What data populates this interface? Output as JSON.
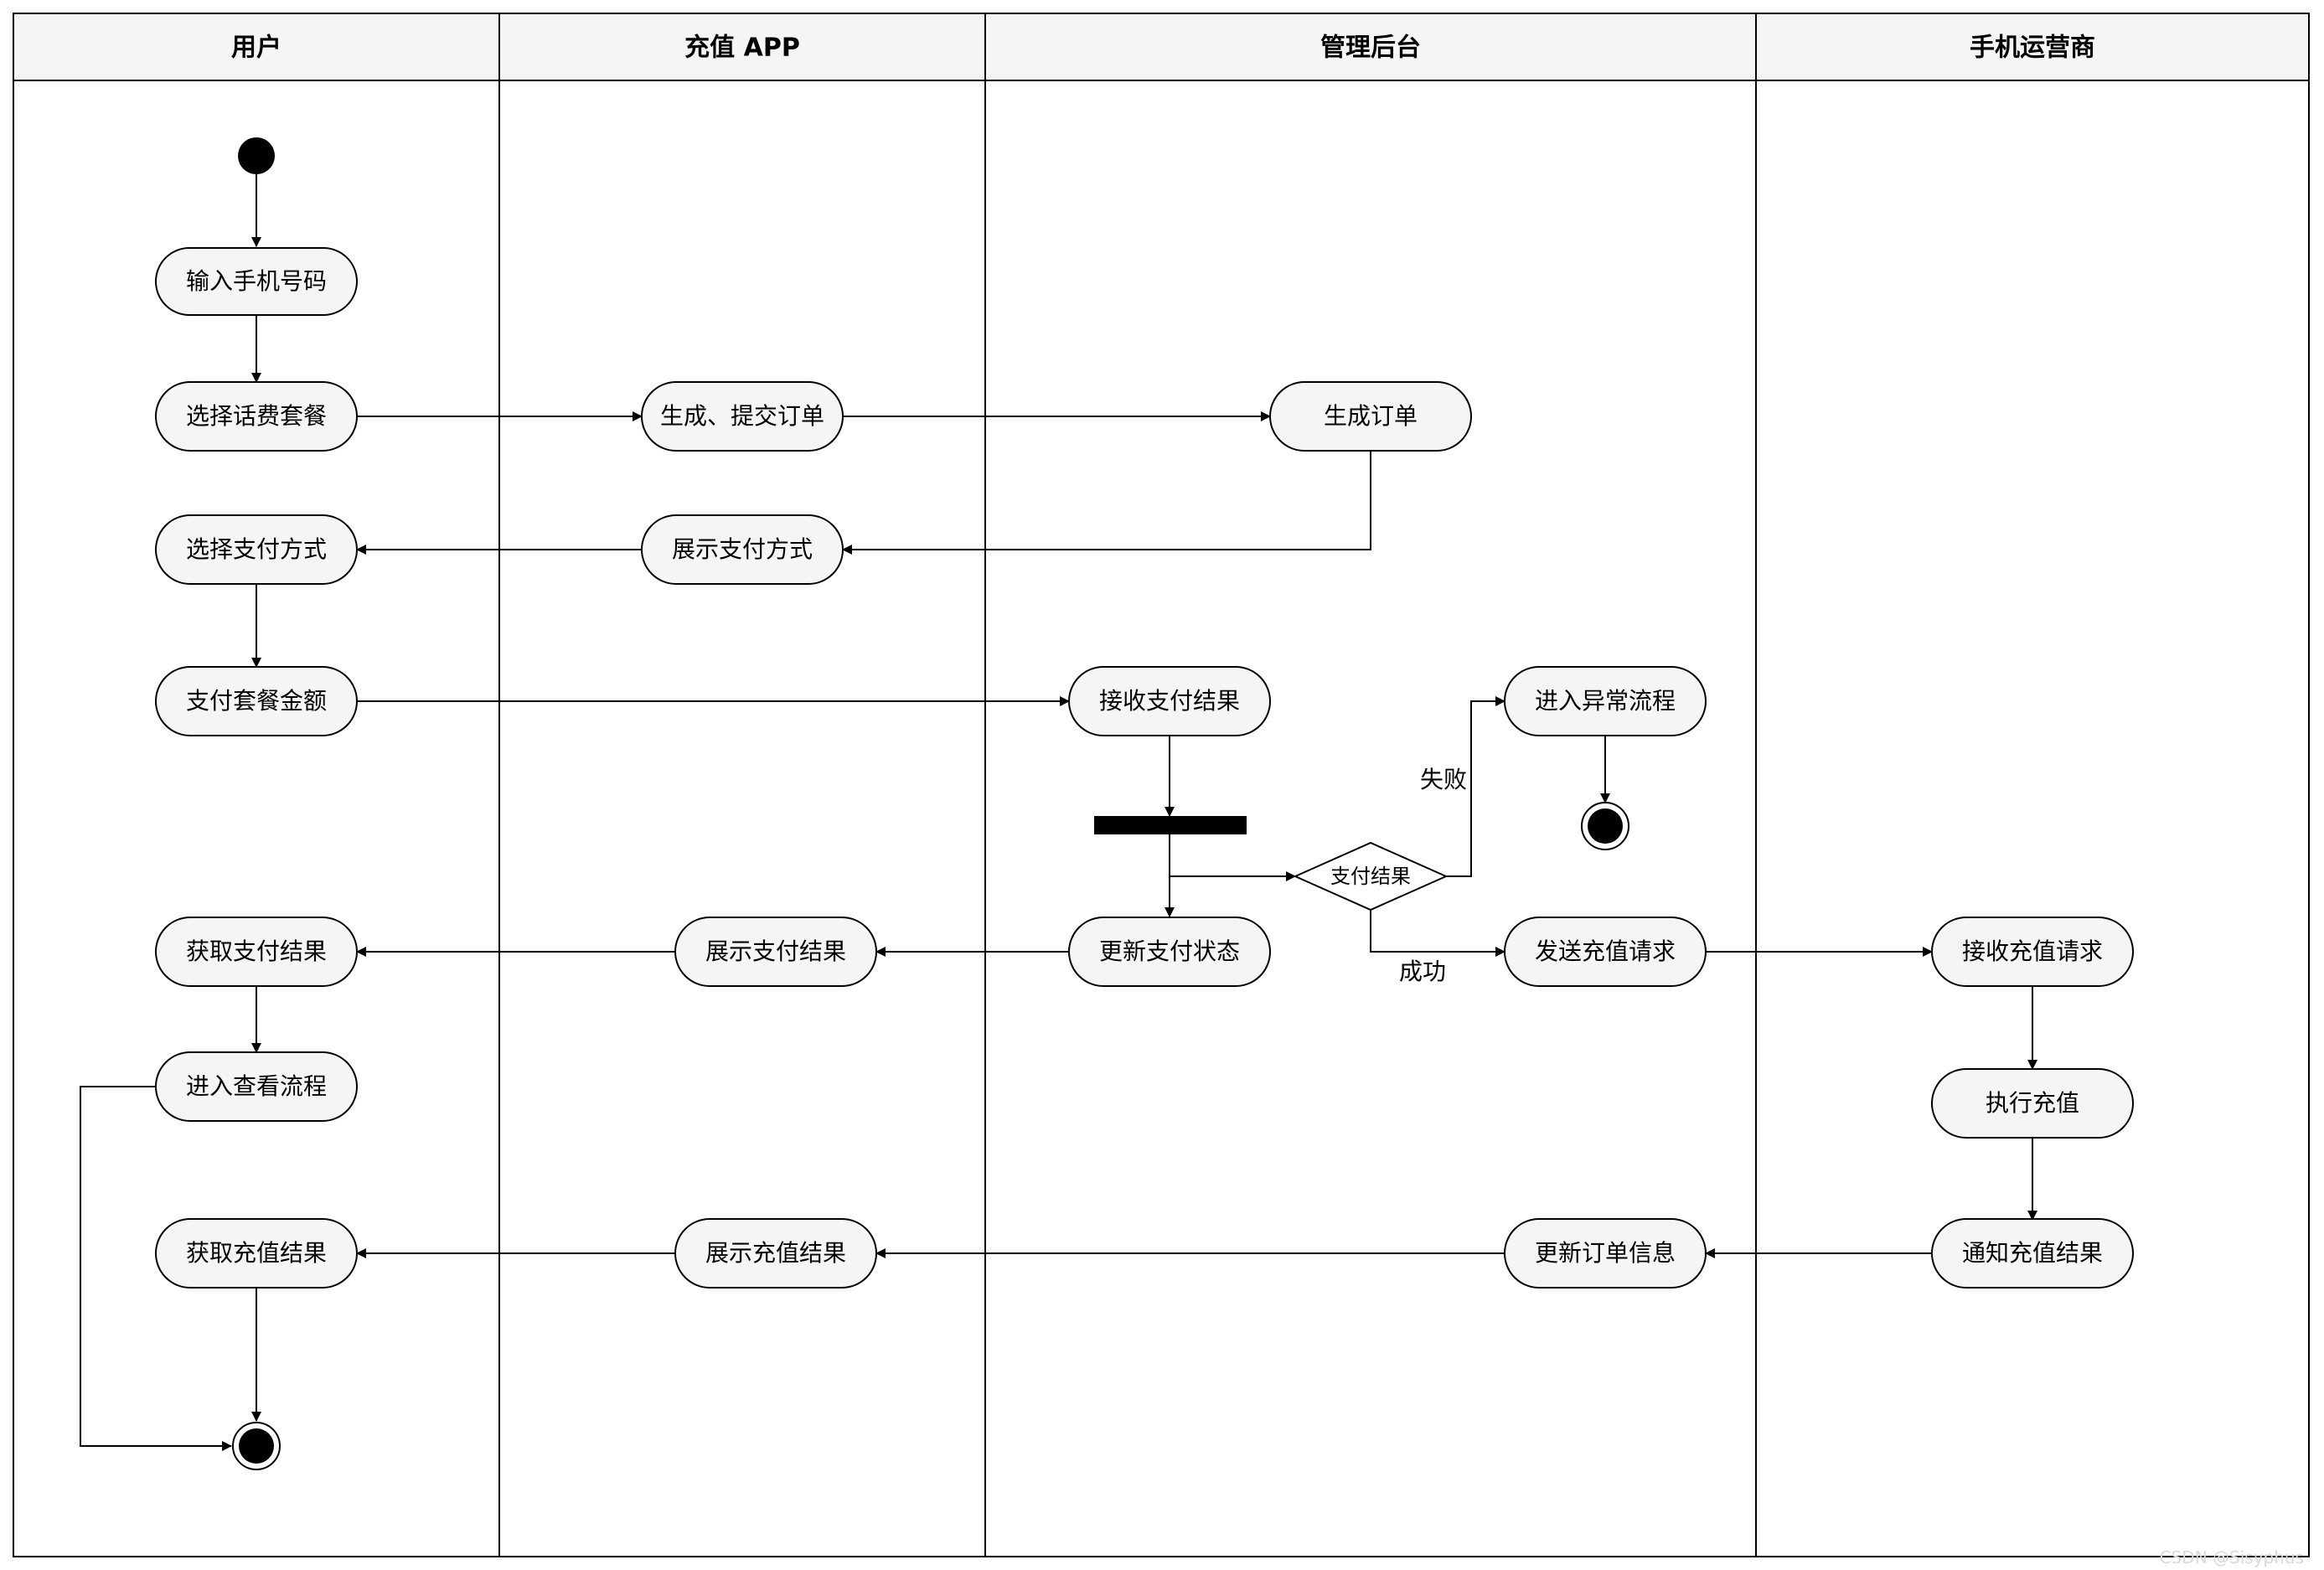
{
  "lanes": [
    {
      "id": "user",
      "title": "用户"
    },
    {
      "id": "app",
      "title": "充值 APP"
    },
    {
      "id": "admin",
      "title": "管理后台"
    },
    {
      "id": "carrier",
      "title": "手机运营商"
    }
  ],
  "nodes": {
    "input_phone": "输入手机号码",
    "select_plan": "选择话费套餐",
    "select_payment": "选择支付方式",
    "pay_amount": "支付套餐金额",
    "get_pay_result": "获取支付结果",
    "enter_view_flow": "进入查看流程",
    "get_recharge_result": "获取充值结果",
    "create_submit_order": "生成、提交订单",
    "show_payment_methods": "展示支付方式",
    "show_pay_result": "展示支付结果",
    "show_recharge_result": "展示充值结果",
    "create_order": "生成订单",
    "receive_pay_result": "接收支付结果",
    "update_pay_status": "更新支付状态",
    "enter_exception_flow": "进入异常流程",
    "send_recharge_request": "发送充值请求",
    "update_order_info": "更新订单信息",
    "receive_recharge_request": "接收充值请求",
    "execute_recharge": "执行充值",
    "notify_recharge_result": "通知充值结果"
  },
  "decision": {
    "label": "支付结果"
  },
  "edge_labels": {
    "fail": "失败",
    "success": "成功"
  },
  "watermark": "CSDN @Sisyphus"
}
